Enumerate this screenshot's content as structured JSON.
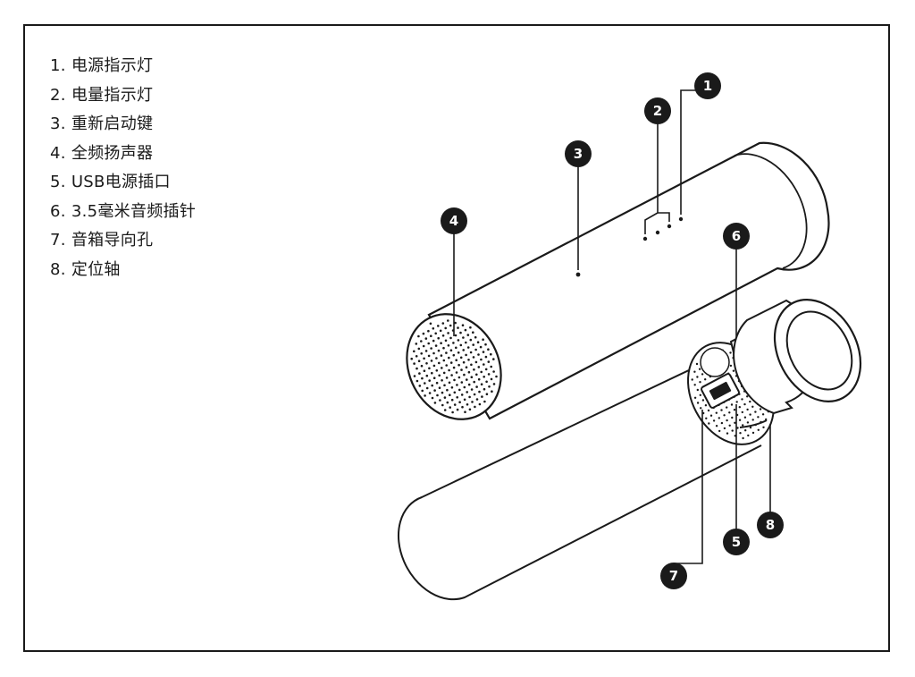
{
  "legend": {
    "items": [
      {
        "num": "1.",
        "label": "电源指示灯"
      },
      {
        "num": "2.",
        "label": "电量指示灯"
      },
      {
        "num": "3.",
        "label": "重新启动键"
      },
      {
        "num": "4.",
        "label": "全频扬声器"
      },
      {
        "num": "5.",
        "label": "USB电源插口"
      },
      {
        "num": "6.",
        "label": "3.5毫米音频插针"
      },
      {
        "num": "7.",
        "label": "音箱导向孔"
      },
      {
        "num": "8.",
        "label": "定位轴"
      }
    ]
  },
  "callouts": {
    "c1": "1",
    "c2": "2",
    "c3": "3",
    "c4": "4",
    "c5": "5",
    "c6": "6",
    "c7": "7",
    "c8": "8"
  },
  "colors": {
    "ink": "#1a1a1a",
    "paper": "#ffffff"
  }
}
